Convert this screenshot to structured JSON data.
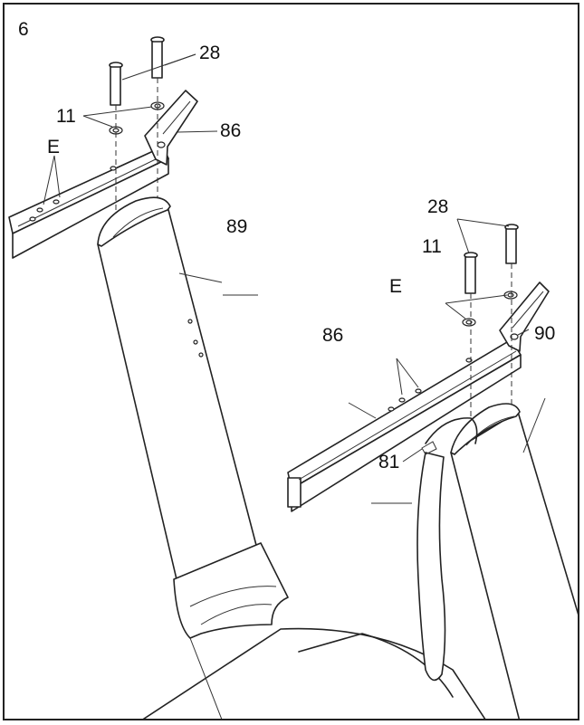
{
  "step": "6",
  "labels": {
    "l28_top": "28",
    "l11_top": "11",
    "l86_top": "86",
    "lE_left": "E",
    "l89": "89",
    "l28_right": "28",
    "l11_right": "11",
    "lE_right": "E",
    "l86_right": "86",
    "l90": "90",
    "l81": "81"
  },
  "colors": {
    "ink": "#222222",
    "paper": "#ffffff"
  }
}
